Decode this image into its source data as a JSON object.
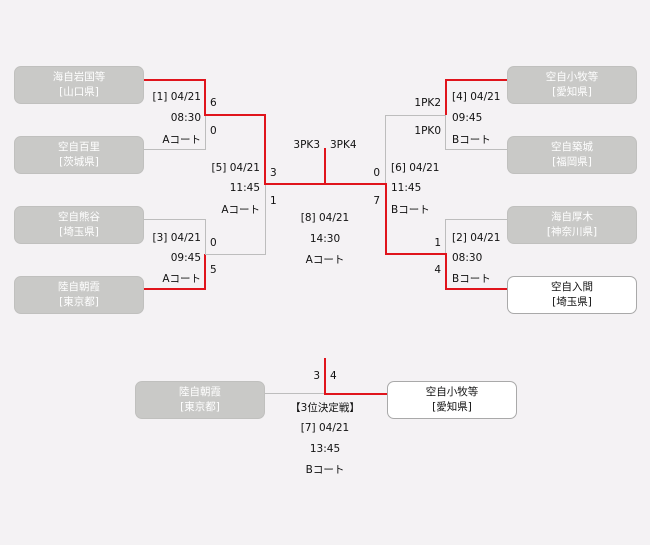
{
  "teams": {
    "t1": {
      "name": "海自岩国等",
      "pref": "[山口県]"
    },
    "t2": {
      "name": "空自百里",
      "pref": "[茨城県]"
    },
    "t3": {
      "name": "空自熊谷",
      "pref": "[埼玉県]"
    },
    "t4": {
      "name": "陸自朝霞",
      "pref": "[東京都]"
    },
    "t5": {
      "name": "空自小牧等",
      "pref": "[愛知県]"
    },
    "t6": {
      "name": "空自築城",
      "pref": "[福岡県]"
    },
    "t7": {
      "name": "海自厚木",
      "pref": "[神奈川県]"
    },
    "t8": {
      "name": "空自入間",
      "pref": "[埼玉県]"
    },
    "t9": {
      "name": "陸自朝霞",
      "pref": "[東京都]"
    },
    "t10": {
      "name": "空自小牧等",
      "pref": "[愛知県]"
    }
  },
  "matches": {
    "m1": {
      "no": "[1] 04/21",
      "time": "08:30",
      "court": "Aコート",
      "score_top": "6",
      "score_bottom": "0"
    },
    "m3": {
      "no": "[3] 04/21",
      "time": "09:45",
      "court": "Aコート",
      "score_top": "0",
      "score_bottom": "5"
    },
    "m4": {
      "no": "[4] 04/21",
      "time": "09:45",
      "court": "Bコート",
      "score_top": "1PK2",
      "score_bottom": "1PK0"
    },
    "m2": {
      "no": "[2] 04/21",
      "time": "08:30",
      "court": "Bコート",
      "score_top": "1",
      "score_bottom": "4"
    },
    "m5": {
      "no": "[5] 04/21",
      "time": "11:45",
      "court": "Aコート",
      "score_top": "3",
      "score_bottom": "1"
    },
    "m6": {
      "no": "[6] 04/21",
      "time": "11:45",
      "court": "Bコート",
      "score_top": "0",
      "score_bottom": "7"
    },
    "m8": {
      "no": "[8] 04/21",
      "time": "14:30",
      "court": "Aコート",
      "score_left": "3PK3",
      "score_right": "3PK4"
    },
    "m7": {
      "title": "【3位決定戦】",
      "no": "[7] 04/21",
      "time": "13:45",
      "court": "Bコート",
      "score_left": "3",
      "score_right": "4"
    }
  },
  "colors": {
    "winner_line": "#e0141c",
    "loser_line": "#bdbdbd",
    "eliminated_box": "#c9c9c7"
  }
}
